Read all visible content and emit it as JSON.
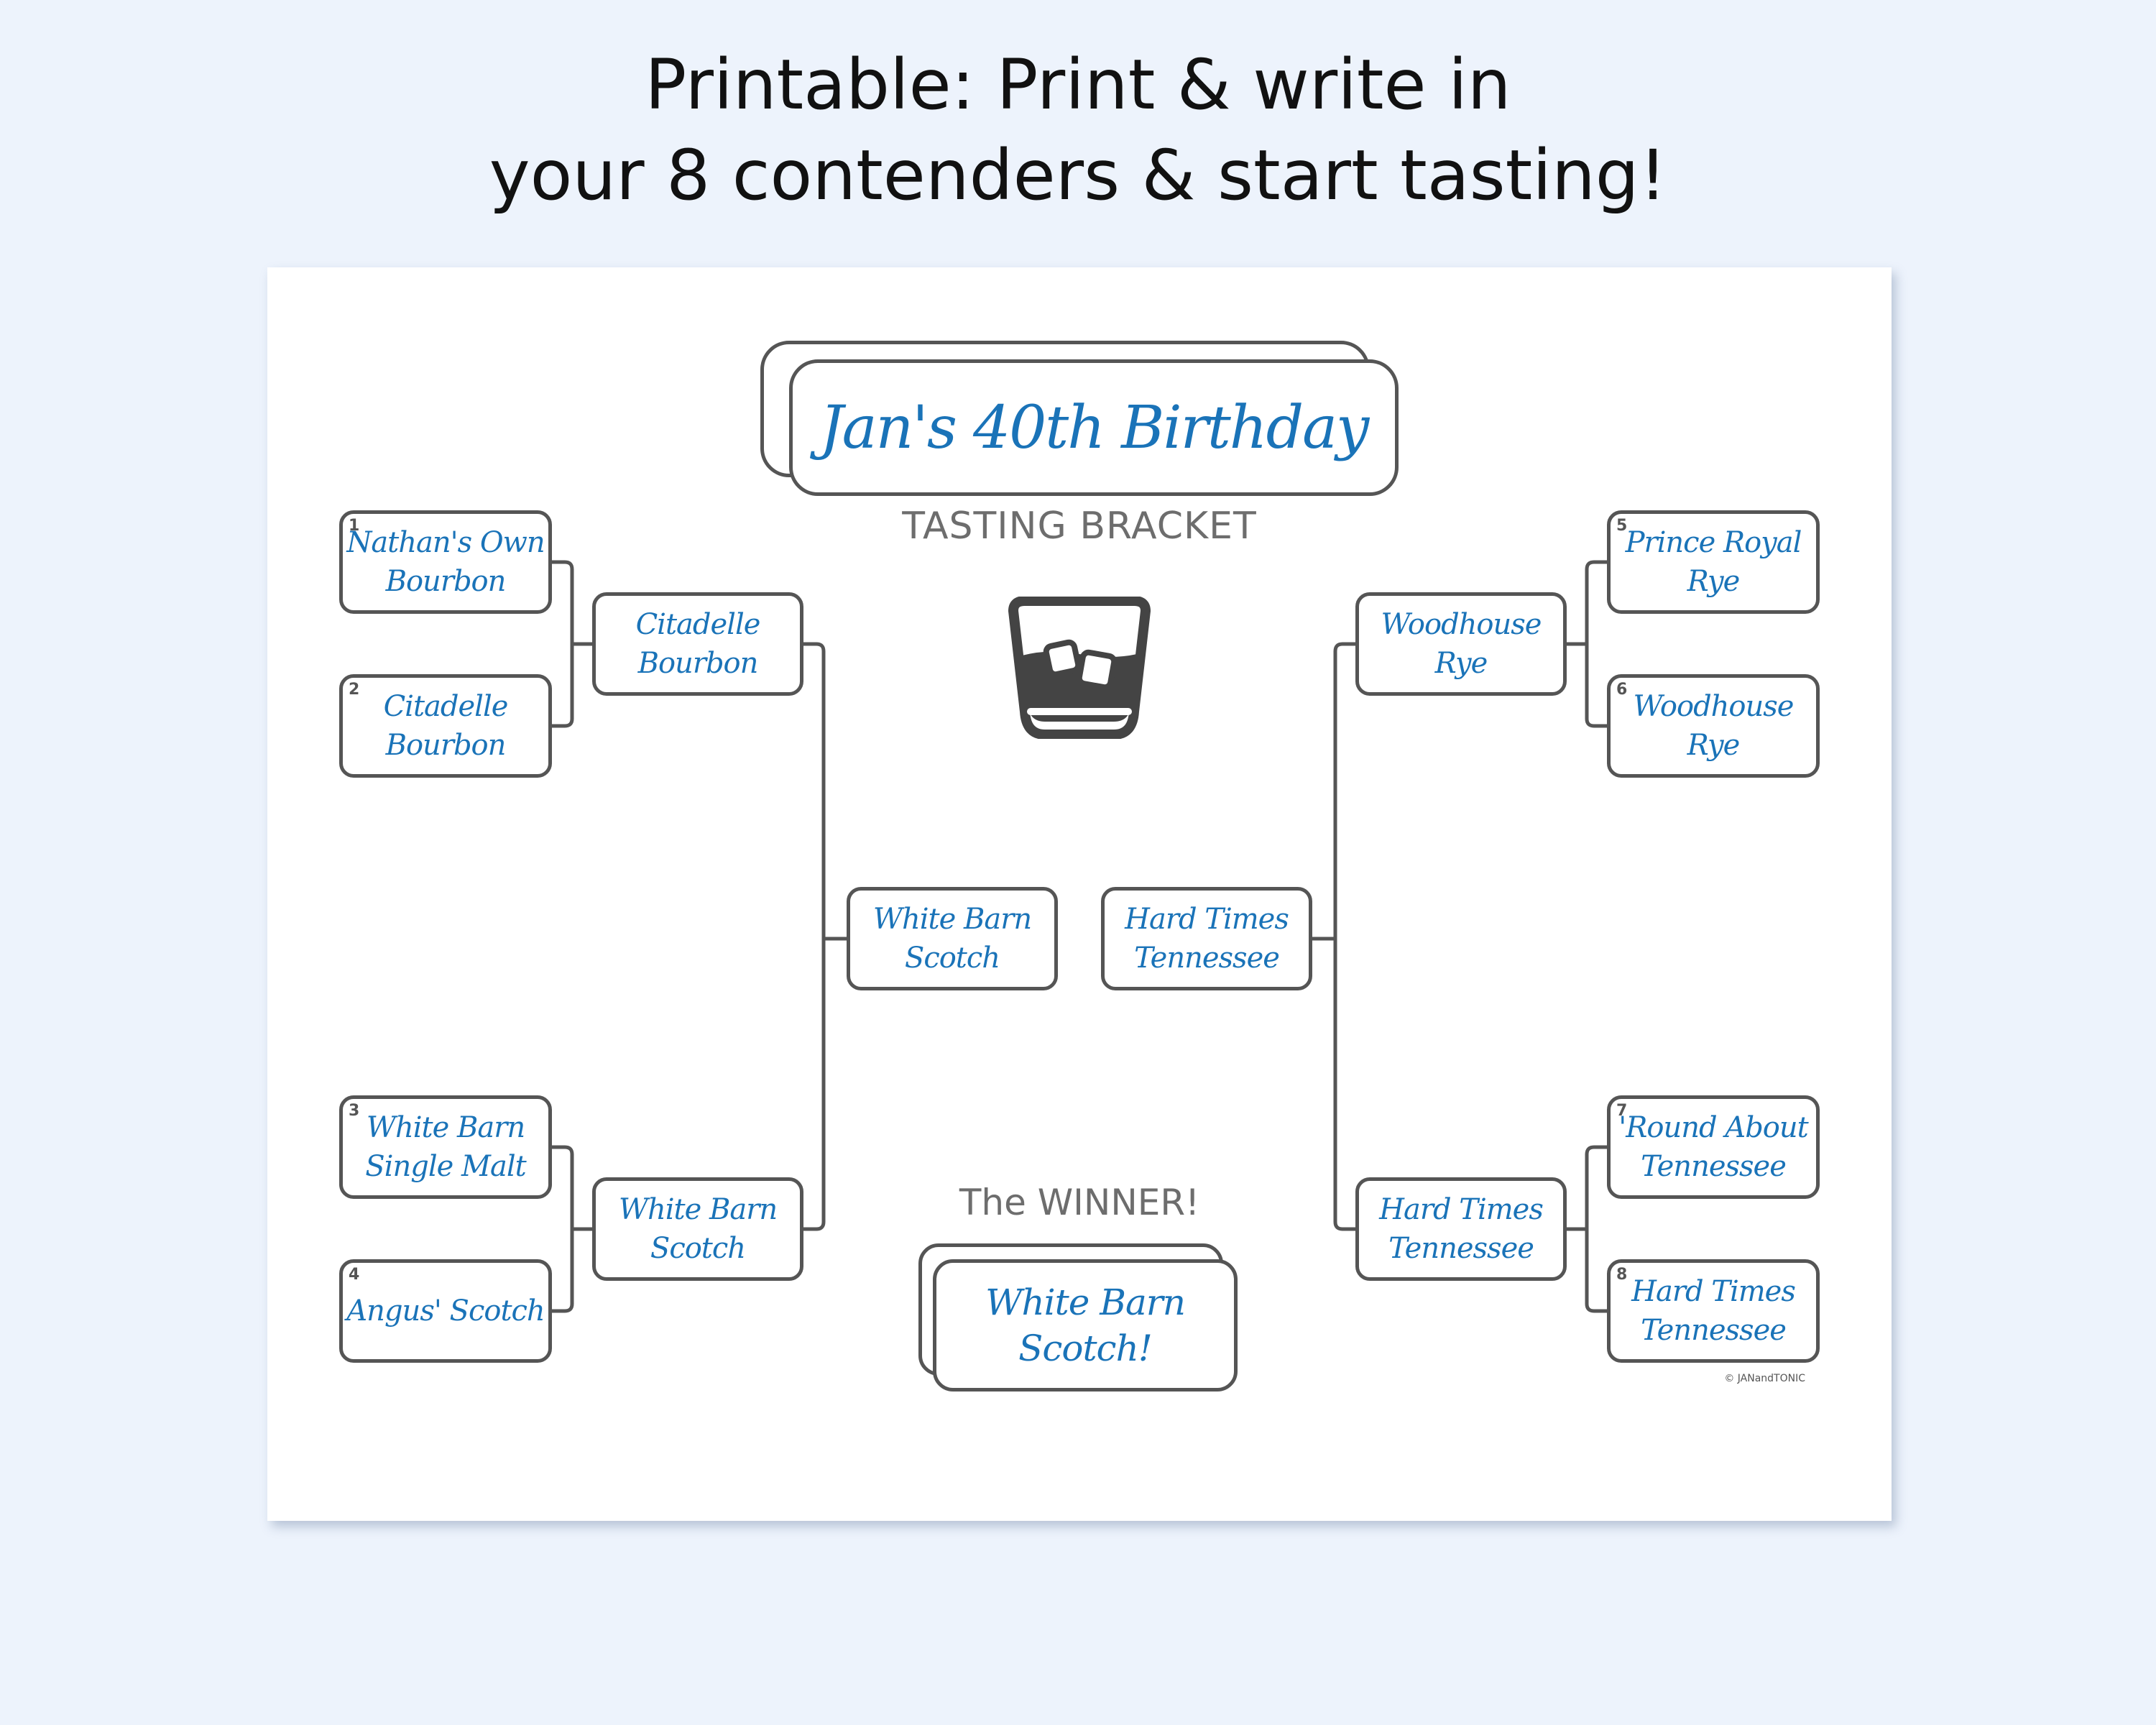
{
  "headline": {
    "line1": "Printable: Print & write in",
    "line2": "your 8 contenders & start tasting!"
  },
  "bracket": {
    "event_title": "Jan's 40th Birthday",
    "subtitle": "TASTING BRACKET",
    "glass_icon": "whiskey-glass-icon",
    "winner_label": "The WINNER!",
    "winner": "White Barn\nScotch!",
    "credit": "© JANandTONIC",
    "round1": [
      {
        "seed": "1",
        "name": "Nathan's Own\nBourbon"
      },
      {
        "seed": "2",
        "name": "Citadelle\nBourbon"
      },
      {
        "seed": "3",
        "name": "White Barn\nSingle Malt"
      },
      {
        "seed": "4",
        "name": "Angus' Scotch"
      },
      {
        "seed": "5",
        "name": "Prince Royal\nRye"
      },
      {
        "seed": "6",
        "name": "Woodhouse\nRye"
      },
      {
        "seed": "7",
        "name": "'Round About\nTennessee"
      },
      {
        "seed": "8",
        "name": "Hard Times\nTennessee"
      }
    ],
    "round2": [
      {
        "name": "Citadelle\nBourbon"
      },
      {
        "name": "White Barn\nScotch"
      },
      {
        "name": "Woodhouse\nRye"
      },
      {
        "name": "Hard Times\nTennessee"
      }
    ],
    "semifinal": [
      {
        "name": "White Barn\nScotch"
      },
      {
        "name": "Hard Times\nTennessee"
      }
    ]
  },
  "colors": {
    "background": "#edf3fc",
    "handwriting": "#1a73b8",
    "outline": "#555555"
  }
}
